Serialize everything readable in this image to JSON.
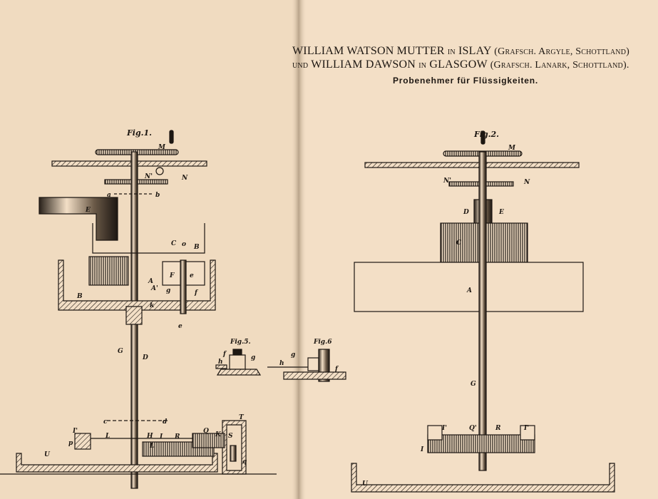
{
  "header": {
    "line1": {
      "name": "WILLIAM WATSON MUTTER",
      "in": "in",
      "place": "ISLAY",
      "region": "(Grafsch. Argyle, Schottland)"
    },
    "line2": {
      "und": "und",
      "name": "WILLIAM DAWSON",
      "in": "in",
      "place": "GLASGOW",
      "region": "(Grafsch. Lanark, Schottland)."
    },
    "subtitle": "Probenehmer für Flüssigkeiten."
  },
  "figures": {
    "fig1": {
      "title": "Fig.1.",
      "labels": {
        "M": "M",
        "N": "N",
        "N1": "N'",
        "a": "a",
        "b": "b",
        "E": "E",
        "C": "C",
        "B": "B",
        "B2": "B",
        "o": "o",
        "F": "F",
        "e": "e",
        "e2": "e",
        "A": "A",
        "A1": "A'",
        "g": "g",
        "f": "f",
        "k": "k",
        "G": "G",
        "D": "D",
        "c": "c",
        "d": "d",
        "T": "T",
        "I1": "I'",
        "p": "p",
        "L": "L",
        "L1": "L",
        "H": "H",
        "I": "I",
        "R": "R",
        "Q": "Q",
        "K": "K",
        "S": "S",
        "U": "U",
        "q": "q"
      }
    },
    "fig2": {
      "title": "Fig.2.",
      "labels": {
        "M": "M",
        "N": "N",
        "N1": "N'",
        "D": "D",
        "E": "E",
        "C": "C",
        "A": "A",
        "G": "G",
        "I1": "I'",
        "I2": "I'",
        "I": "I",
        "Q": "Q'",
        "R": "R",
        "U": "U"
      }
    },
    "fig5": {
      "title": "Fig.5.",
      "labels": {
        "f": "f",
        "g": "g",
        "h": "h"
      }
    },
    "fig6": {
      "title": "Fig.6",
      "labels": {
        "g": "g",
        "h": "h",
        "f": "f"
      }
    }
  },
  "colors": {
    "paper": "#f3dfc6",
    "ink": "#1d1712",
    "fold": "#b9a48a"
  }
}
